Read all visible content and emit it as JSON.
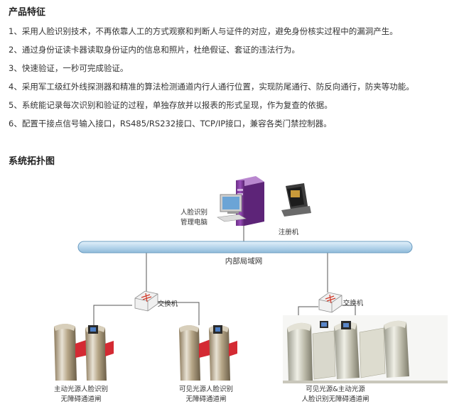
{
  "product_features": {
    "title": "产品特征",
    "items": [
      "1、采用人脸识别技术，不再依靠人工的方式观察和判断人与证件的对应，避免身份核实过程中的漏洞产生。",
      "2、通过身份证读卡器读取身份证内的信息和照片，杜绝假证、套证的违法行为。",
      "3、快速验证，一秒可完成验证。",
      "4、采用军工级红外线探测器和精准的算法检测通道内行人通行位置，实现防尾通行、防反向通行，防夹等功能。",
      "5、系统能记录每次识别和验证的过程，单独存放并以报表的形式呈现，作为复查的依据。",
      "6、配置干接点信号输入接口，RS485/RS232接口、TCP/IP接口，兼容各类门禁控制器。"
    ]
  },
  "topology": {
    "title": "系统拓扑图",
    "network_label": "内部局域网",
    "computer_label_line1": "人脸识别",
    "computer_label_line2": "管理电脑",
    "register_label": "注册机",
    "switch_left_label": "交换机",
    "switch_right_label": "交换机",
    "gate1_line1": "主动光源人脸识别",
    "gate1_line2": "无障碍通道闸",
    "gate2_line1": "可见光源人脸识别",
    "gate2_line2": "无障碍通道闸",
    "gate3_line1": "可见光源&主动光源",
    "gate3_line2": "人脸识别无障碍通道闸"
  },
  "colors": {
    "network_bar": "#b8d6ec",
    "computer_case": "#8a3fa8",
    "flap": "#d42a33",
    "line": "#555555"
  }
}
